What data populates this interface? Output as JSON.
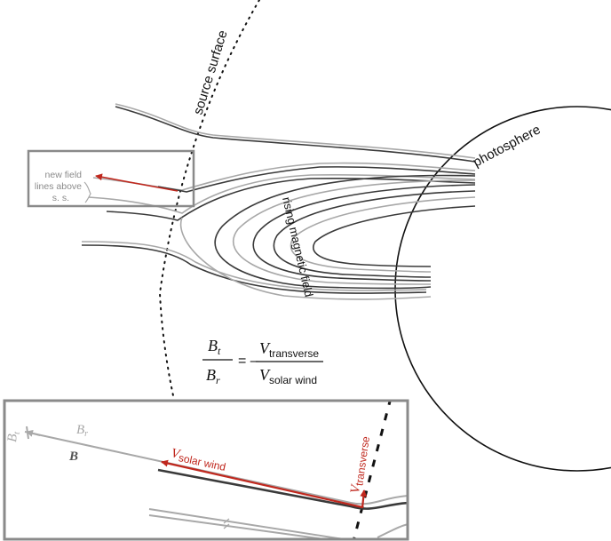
{
  "labels": {
    "source_surface": "source surface",
    "photosphere": "photosphere",
    "rising_field": "rising magnetic field",
    "new_field_line1": "new field",
    "new_field_line2": "lines above",
    "new_field_line3": "s. s."
  },
  "equation": {
    "lhs_num_base": "B",
    "lhs_num_sub": "t",
    "lhs_den_base": "B",
    "lhs_den_sub": "r",
    "equals": "= –",
    "rhs_num_base": "V",
    "rhs_num_sub": "transverse",
    "rhs_den_base": "V",
    "rhs_den_sub": "solar wind"
  },
  "inset": {
    "bt_base": "B",
    "bt_sub": "t",
    "br_base": "B",
    "br_sub": "r",
    "b": "B",
    "v_solar_base": "V",
    "v_solar_sub": "solar wind",
    "v_trans_base": "V",
    "v_trans_sub": "transverse"
  },
  "colors": {
    "dark_line": "#3a3a3a",
    "light_line": "#a8a8a8",
    "red_arrow": "#c0281e",
    "box_border": "#8a8a8a"
  }
}
